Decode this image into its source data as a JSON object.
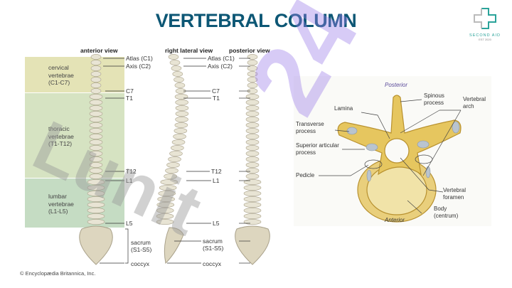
{
  "title": "VERTEBRAL COLUMN",
  "logo": {
    "name": "SECOND AID",
    "tagline": "EST 2020"
  },
  "watermark": {
    "text": "Lunit",
    "number": "24"
  },
  "spine_figure": {
    "views": [
      "anterior view",
      "right lateral view",
      "posterior view"
    ],
    "regions": [
      {
        "name": "cervical vertebrae (C1-C7)",
        "lines": [
          "cervical",
          "vertebrae",
          "(C1-C7)"
        ],
        "color": "#e4e3b6"
      },
      {
        "name": "thoracic vertebrae (T1-T12)",
        "lines": [
          "thoracic",
          "vertebrae",
          "(T1-T12)"
        ],
        "color": "#d6e3c2"
      },
      {
        "name": "lumbar vertebrae (L1-L5)",
        "lines": [
          "lumbar",
          "vertebrae",
          "(L1-L5)"
        ],
        "color": "#c5dcc3"
      }
    ],
    "labels": [
      "Atlas (C1)",
      "Axis (C2)",
      "C7",
      "T1",
      "T12",
      "L1",
      "L5",
      "sacrum",
      "(S1-S5)",
      "coccyx"
    ],
    "copyright": "© Encyclopædia Britannica, Inc."
  },
  "vertebra_figure": {
    "orientation": [
      "Posterior",
      "Anterior"
    ],
    "labels": {
      "spinous": [
        "Spinous",
        "process"
      ],
      "lamina": "Lamina",
      "arch": [
        "Vertebral",
        "arch"
      ],
      "transverse": [
        "Transverse",
        "process"
      ],
      "superior": [
        "Superior articular",
        "process"
      ],
      "pedicle": "Pedicle",
      "foramen": [
        "Vertebral",
        "foramen"
      ],
      "body": [
        "Body",
        "(centrum)"
      ]
    }
  }
}
